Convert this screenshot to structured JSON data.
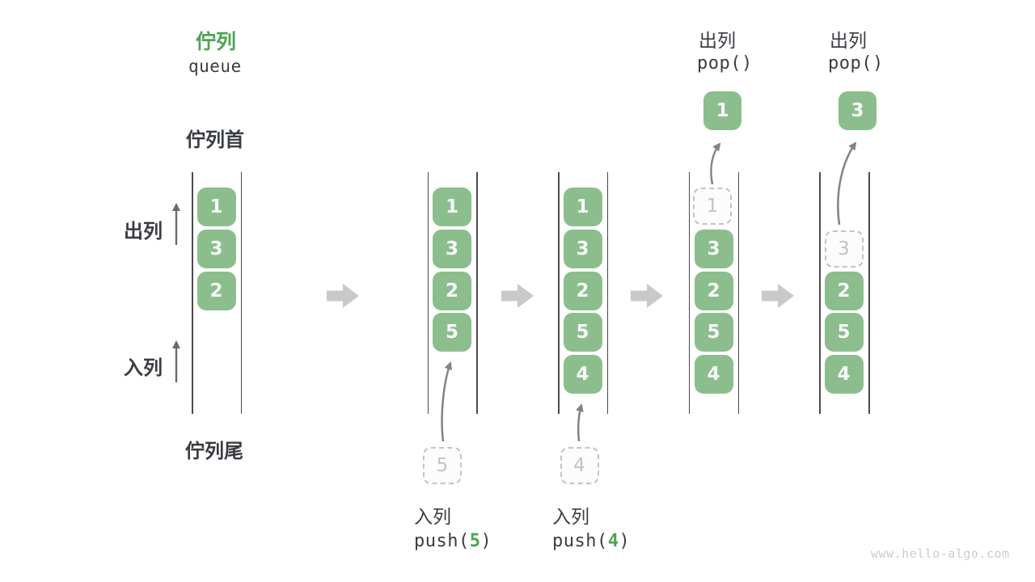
{
  "title": {
    "zh": "佇列",
    "en": "queue"
  },
  "side_labels": {
    "front": "佇列首",
    "rear": "佇列尾",
    "dequeue": "出列",
    "enqueue": "入列"
  },
  "colors": {
    "accent_green": "#4ca452",
    "cell_green": "#8cbe8d",
    "cell_text": "#f8faf8",
    "dark_text": "#3a3d42",
    "ghost_gray": "#c2c2c2",
    "transition_arrow_gray": "#c9c9c9"
  },
  "states": [
    {
      "cells": [
        "1",
        "3",
        "2"
      ]
    },
    {
      "cells": [
        "1",
        "3",
        "2",
        "5"
      ],
      "pending": "5",
      "op": {
        "action": "入列",
        "fn": "push(",
        "arg": "5",
        "close": ")"
      }
    },
    {
      "cells": [
        "1",
        "3",
        "2",
        "5",
        "4"
      ],
      "pending": "4",
      "op": {
        "action": "入列",
        "fn": "push(",
        "arg": "4",
        "close": ")"
      }
    },
    {
      "ghost": "1",
      "cells": [
        "3",
        "2",
        "5",
        "4"
      ],
      "popped": "1",
      "op": {
        "action": "出列",
        "fn": "pop(",
        "close": ")"
      }
    },
    {
      "ghost": "3",
      "cells": [
        "2",
        "5",
        "4"
      ],
      "popped": "3",
      "op": {
        "action": "出列",
        "fn": "pop(",
        "close": ")"
      }
    }
  ],
  "watermark": "www.hello-algo.com"
}
